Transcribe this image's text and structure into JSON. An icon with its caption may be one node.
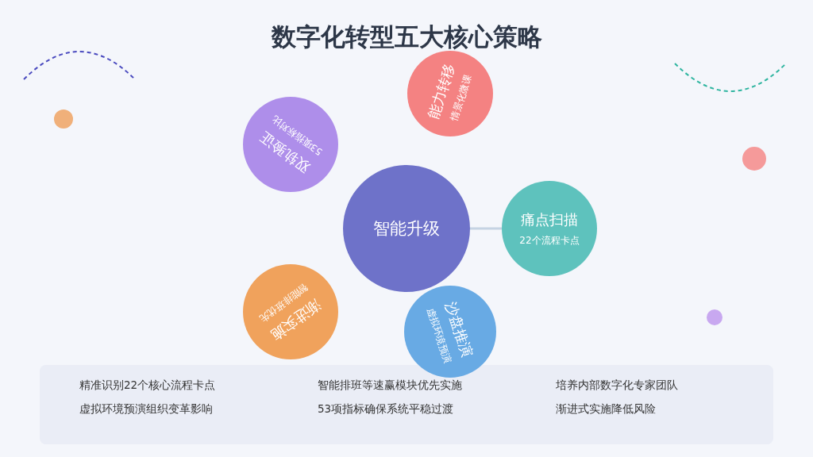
{
  "diagram": {
    "title": "数字化转型五大核心策略",
    "nodes": [
      {
        "text": [
          "智能升级"
        ]
      },
      {
        "text": [
          "痛点扫描",
          "22个流程卡点"
        ]
      },
      {
        "text": [
          "能力转移",
          "情景化微课"
        ]
      },
      {
        "text": [
          "双轨验证",
          "53项指标对比"
        ]
      },
      {
        "text": [
          "渐进实施",
          "智能排班优先"
        ]
      },
      {
        "text": [
          "沙盘推演",
          "虚拟环境预演"
        ]
      }
    ],
    "edges": [
      {
        "from": 0,
        "to": 1,
        "arrow": "none"
      }
    ],
    "labels": [
      "精准识别22个核心流程卡点",
      "智能排班等速赢模块优先实施",
      "培养内部数字化专家团队",
      "虚拟环境预演组织变革影响",
      "53项指标确保系统平稳过渡",
      "渐进式实施降低风险"
    ]
  }
}
